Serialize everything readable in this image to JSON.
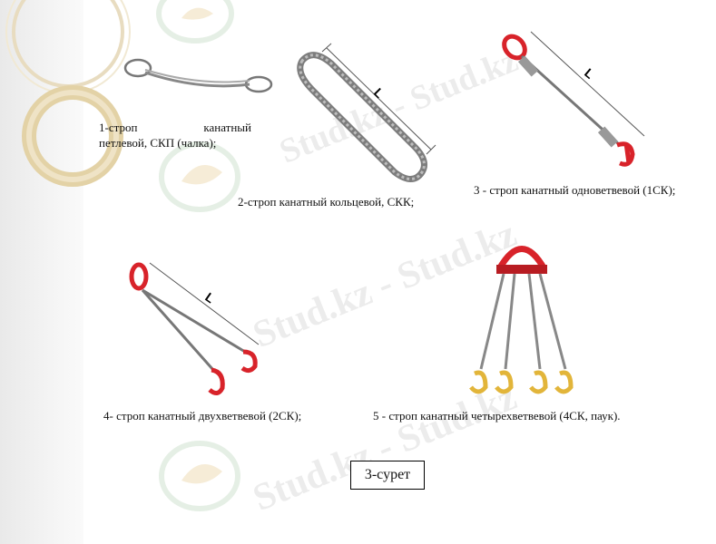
{
  "watermark": "Stud.kz - Stud.kz",
  "captions": {
    "c1_line1_a": "1-строп",
    "c1_line1_b": "канатный",
    "c1_line2": "петлевой, СКП (чалка);",
    "c2": "2-строп канатный кольцевой, СКК;",
    "c3": "3 - строп канатный одноветвевой (1СК);",
    "c4": "4- строп канатный двухветвевой (2СК);",
    "c5": "5 - строп канатный четырехветвевой (4СК, паук)."
  },
  "dimension_label": "L",
  "figure_label": "3-сурет",
  "colors": {
    "hook_red": "#d8232a",
    "hook_gold": "#e2b53a",
    "rope": "#8a8a8a",
    "sidebar": "#ececec"
  },
  "icons": [
    "leaf-logo-watermark",
    "ring-decoration"
  ]
}
